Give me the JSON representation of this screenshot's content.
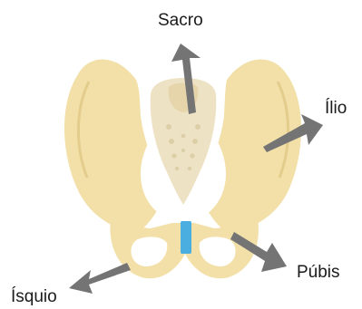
{
  "diagram": {
    "labels": {
      "sacro": "Sacro",
      "ilio": "Ílio",
      "pubis": "Púbis",
      "isquio": "Ísquio"
    },
    "colors": {
      "bone": "#f2e0a8",
      "bone_shade": "#e7d08e",
      "bone_light": "#f8ecc6",
      "sacrum": "#eee2c4",
      "sacrum_dots": "#dccfa8",
      "symphysis": "#4aaee0",
      "arrow": "#747474"
    }
  }
}
